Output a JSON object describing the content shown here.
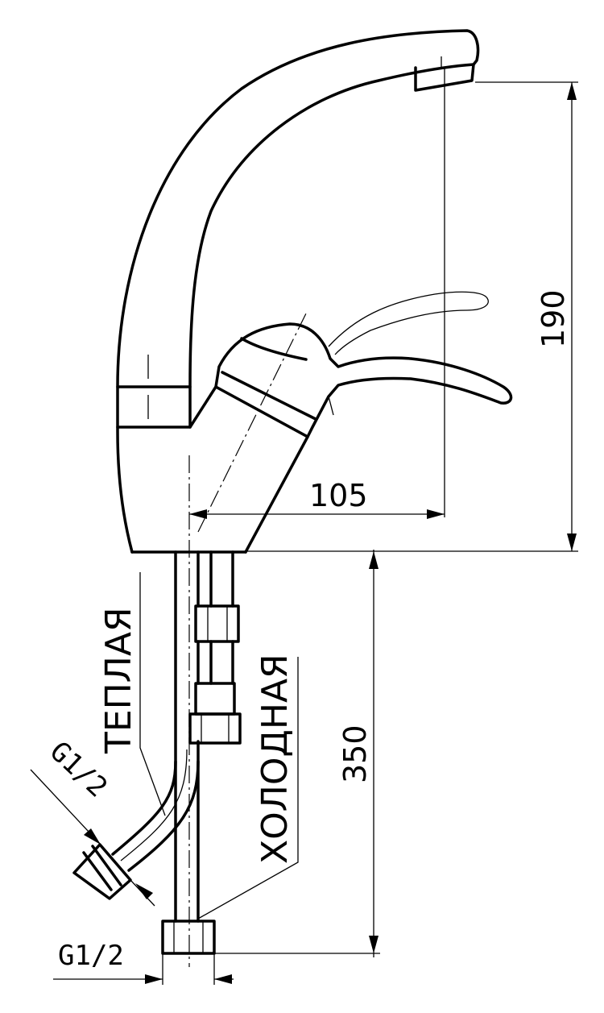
{
  "dimensions": {
    "spout_height": "190",
    "spout_reach": "105",
    "hose_length": "350"
  },
  "hose_labels": {
    "warm": "ТЕПЛАЯ",
    "cold": "ХОЛОДНАЯ"
  },
  "threads": {
    "angled_hose": "G1/2",
    "straight_hose": "G1/2"
  }
}
